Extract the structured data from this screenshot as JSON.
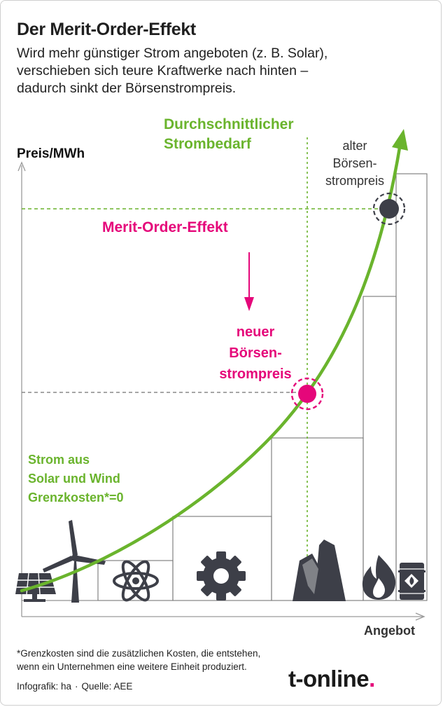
{
  "title": "Der Merit-Order-Effekt",
  "subtitle_lines": [
    "Wird mehr günstiger Strom angeboten (z. B. Solar),",
    "verschieben sich teure Kraftwerke nach hinten –",
    "dadurch sinkt der Börsenstrompreis."
  ],
  "y_axis_label": "Preis/MWh",
  "x_axis_label": "Angebot",
  "demand_label_lines": [
    "Durchschnittlicher",
    "Strombedarf"
  ],
  "old_price_lines": [
    "alter",
    "Börsen-",
    "strompreis"
  ],
  "merit_effect_label": "Merit-Order-Effekt",
  "new_price_lines": [
    "neuer",
    "Börsen-",
    "strompreis"
  ],
  "renewables_label_lines": [
    "Strom aus",
    "Solar und Wind",
    "Grenzkosten*=0"
  ],
  "footnote_lines": [
    "*Grenzkosten sind die zusätzlichen Kosten, die entstehen,",
    "wenn ein Unternehmen eine weitere Einheit produziert."
  ],
  "credits": {
    "infografik": "Infografik: ha",
    "separator": "·",
    "quelle": "Quelle: AEE"
  },
  "logo": {
    "text": "t-online",
    "dot": "."
  },
  "colors": {
    "green": "#6ab42d",
    "magenta": "#e5077a",
    "dark_point": "#3d3f48",
    "step_outline": "#777777",
    "text": "#1e1e1e"
  },
  "icons": [
    "solar-panel-icon",
    "wind-turbine-icon",
    "atom-icon",
    "gear-icon",
    "coal-icon",
    "flame-icon",
    "oil-barrel-icon"
  ]
}
